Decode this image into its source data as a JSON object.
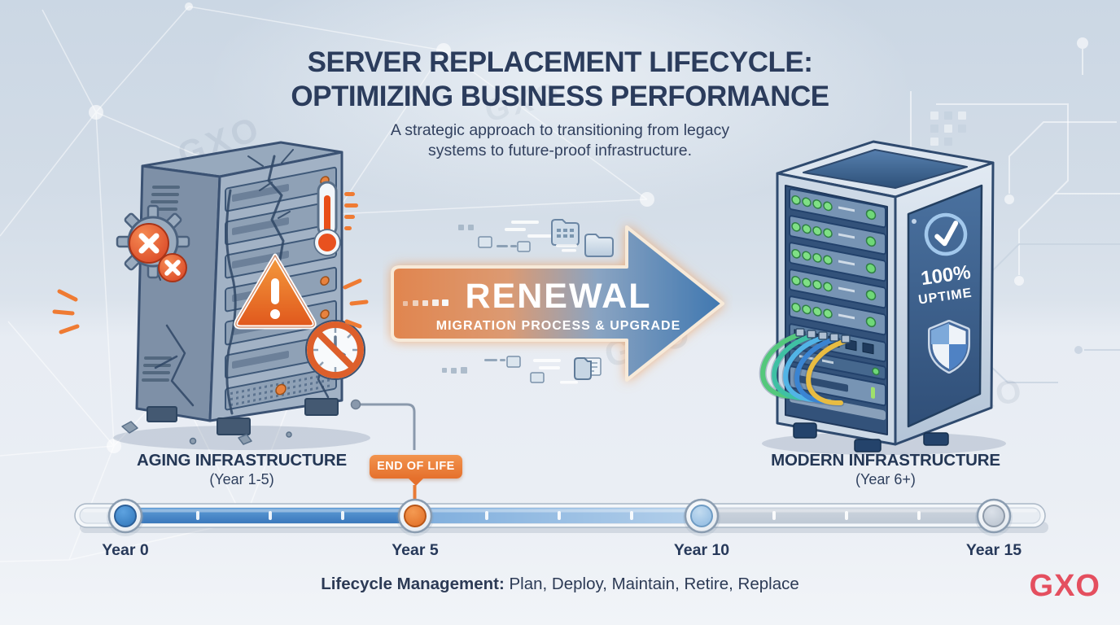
{
  "header": {
    "title_line1": "SERVER REPLACEMENT LIFECYCLE:",
    "title_line2": "OPTIMIZING BUSINESS PERFORMANCE",
    "subtitle_line1": "A strategic approach to transitioning from legacy",
    "subtitle_line2": "systems to future-proof infrastructure."
  },
  "aging_server": {
    "label": "AGING INFRASTRUCTURE",
    "years": "(Year 1-5)",
    "icons": [
      "cracked-server-icon",
      "warning-triangle-icon",
      "broken-gear-icon",
      "error-x-icon",
      "overheating-thermometer-icon",
      "expired-clock-icon"
    ]
  },
  "renewal_arrow": {
    "label": "RENEWAL",
    "sublabel": "MIGRATION PROCESS & UPGRADE",
    "gradient_start": "#e1854e",
    "gradient_end": "#3f77b0",
    "icons": [
      "folder-icon",
      "file-icon",
      "motion-dashes-icon"
    ]
  },
  "modern_server": {
    "label": "MODERN INFRASTRUCTURE",
    "years": "(Year 6+)",
    "uptime_value": "100%",
    "uptime_label": "UPTIME",
    "icons": [
      "check-circle-icon",
      "shield-icon",
      "green-led-icon",
      "network-cables-icon"
    ]
  },
  "end_of_life": {
    "label": "END OF LIFE",
    "color": "#e5702c"
  },
  "timeline": {
    "markers": [
      {
        "label": "Year 0",
        "color": "#3f83c6"
      },
      {
        "label": "Year 5",
        "color": "#ee8040"
      },
      {
        "label": "Year 10",
        "color": "#a3c8e8"
      },
      {
        "label": "Year 15",
        "color": "#c9d1db"
      }
    ]
  },
  "footer": {
    "label": "Lifecycle Management:",
    "steps": " Plan, Deploy, Maintain, Retire, Replace"
  },
  "brand": {
    "logo": "GXO",
    "logo_color": "#e44f5f",
    "watermark": "GXO"
  }
}
